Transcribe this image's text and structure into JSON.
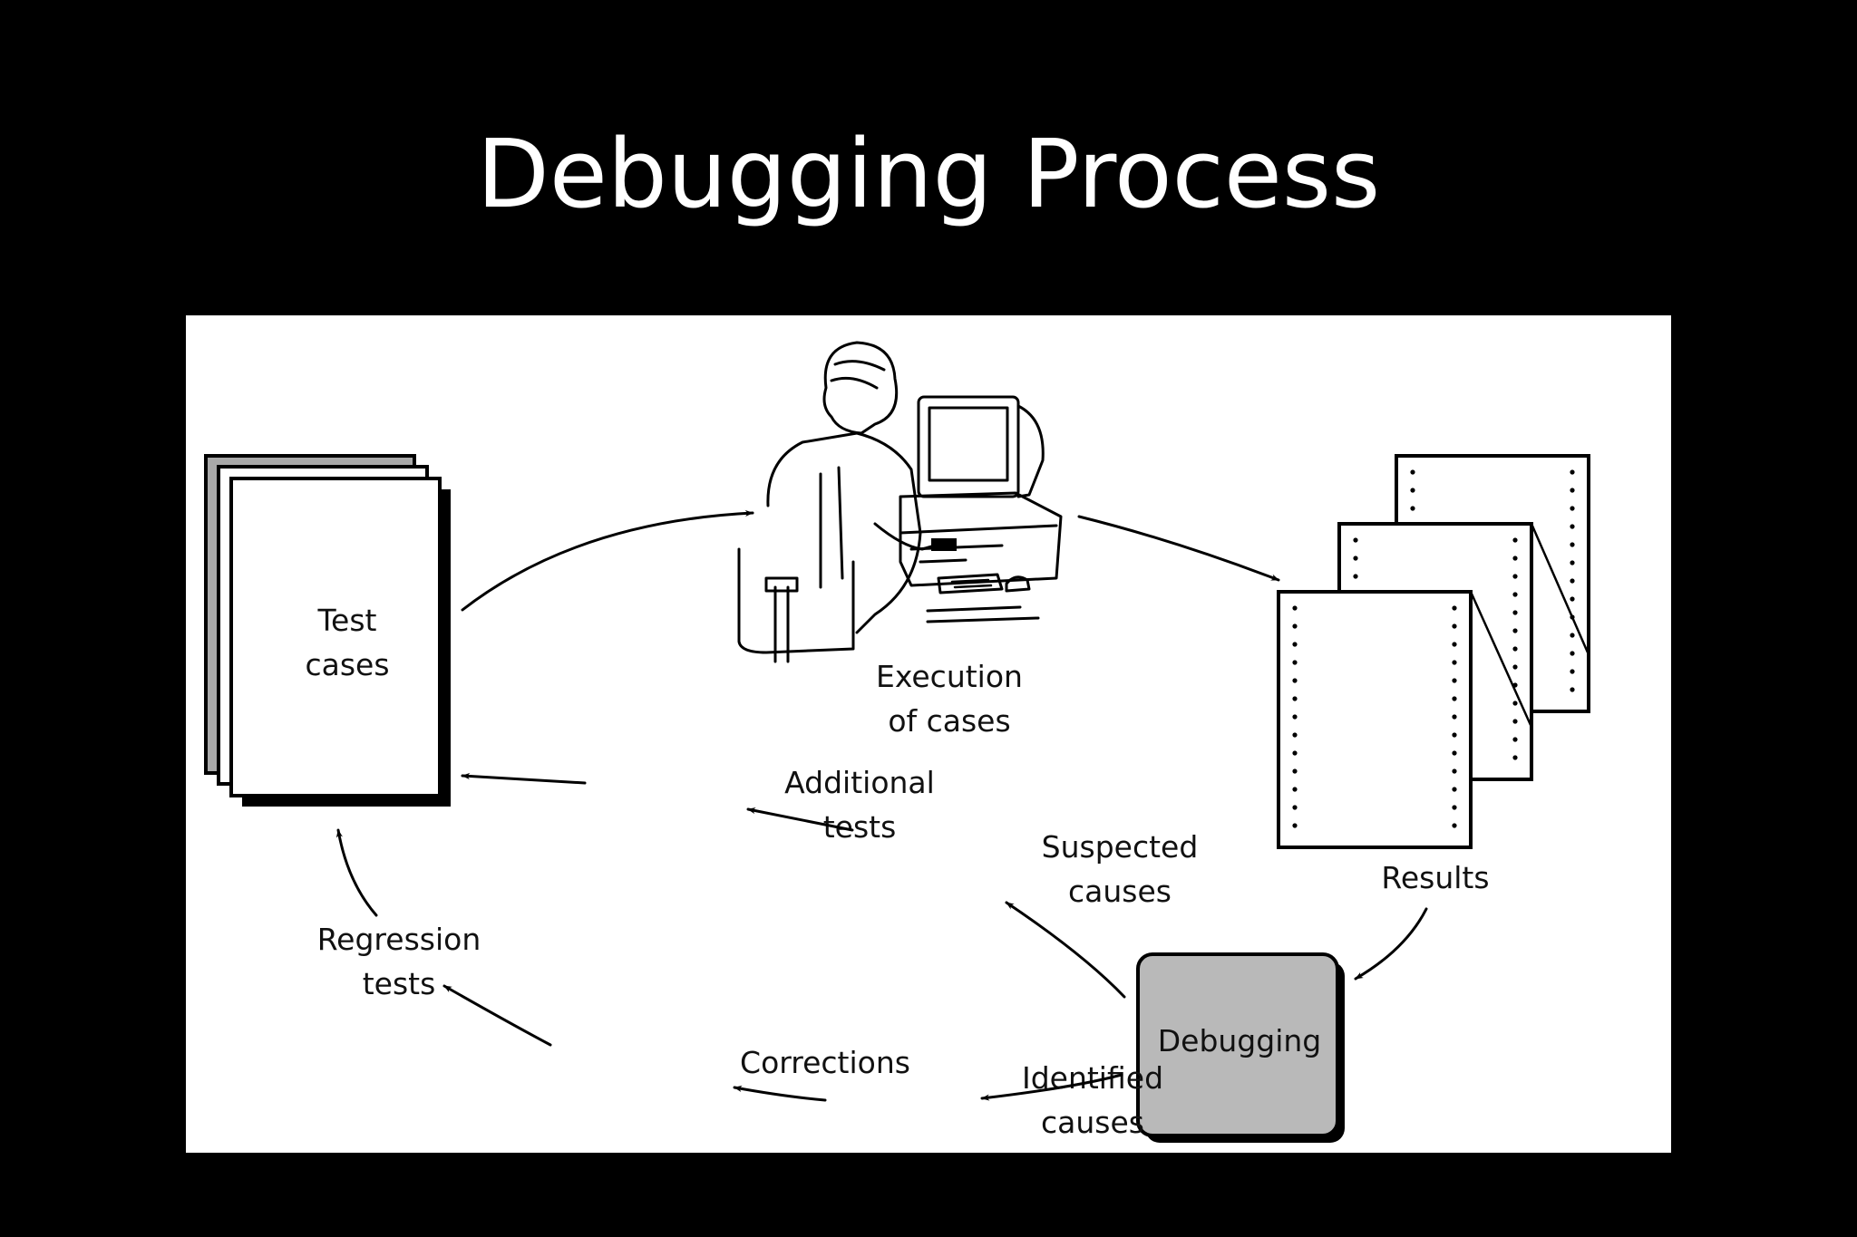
{
  "slide": {
    "title": "Debugging Process"
  },
  "diagram": {
    "test_cases": {
      "line1": "Test",
      "line2": "cases"
    },
    "execution": {
      "line1": "Execution",
      "line2": "of cases"
    },
    "results": {
      "label": "Results"
    },
    "debugging": {
      "label": "Debugging"
    },
    "suspected_causes": {
      "line1": "Suspected",
      "line2": "causes"
    },
    "identified_causes": {
      "line1": "Identified",
      "line2": "causes"
    },
    "additional_tests": {
      "line1": "Additional",
      "line2": "tests"
    },
    "corrections": {
      "label": "Corrections"
    },
    "regression_tests": {
      "line1": "Regression",
      "line2": "tests"
    },
    "colors": {
      "background": "#000000",
      "panel": "#ffffff",
      "debugging_box": "#b9b9b9",
      "test_case_stack": "#a9a9a9"
    }
  }
}
